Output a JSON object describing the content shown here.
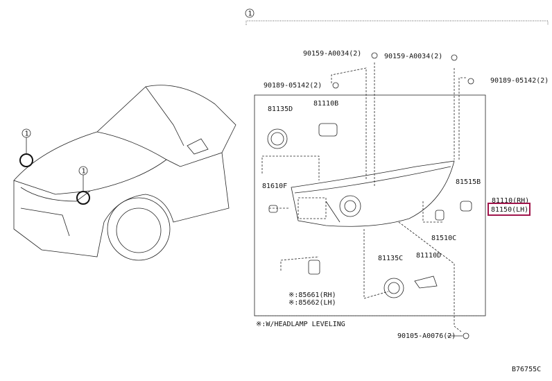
{
  "callout_ref": "1",
  "car_callouts": [
    "1",
    "1"
  ],
  "parts": {
    "screw_top_left": "90159-A0034(2)",
    "screw_top_right": "90159-A0034(2)",
    "clip_left": "90189-05142(2)",
    "clip_right": "90189-05142(2)",
    "cover_d": "81135D",
    "bulb_b": "81110B",
    "bulb_f": "81610F",
    "socket_b": "81515B",
    "assembly_rh": "81110(RH)",
    "assembly_lh": "81150(LH)",
    "bulb_c": "81510C",
    "cover_c": "81135C",
    "bulb_d": "81110D",
    "leveling_rh": "※:85661(RH)",
    "leveling_lh": "※:85662(LH)",
    "bolt": "90105-A0076(2)"
  },
  "footnote": "※:W/HEADLAMP LEVELING",
  "diagram_id": "B76755C",
  "highlight_color": "#a0144a"
}
